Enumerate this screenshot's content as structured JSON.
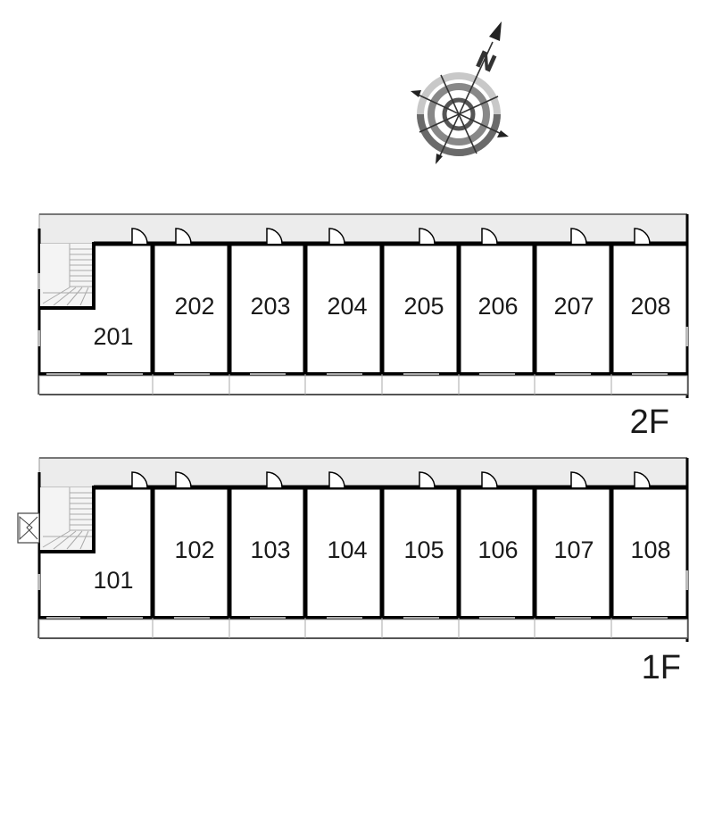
{
  "compass": {
    "north_label": "N",
    "icon": "compass-rose-icon"
  },
  "floors": [
    {
      "label": "2F",
      "units": [
        "201",
        "202",
        "203",
        "204",
        "205",
        "206",
        "207",
        "208"
      ]
    },
    {
      "label": "1F",
      "units": [
        "101",
        "102",
        "103",
        "104",
        "105",
        "106",
        "107",
        "108"
      ]
    }
  ]
}
